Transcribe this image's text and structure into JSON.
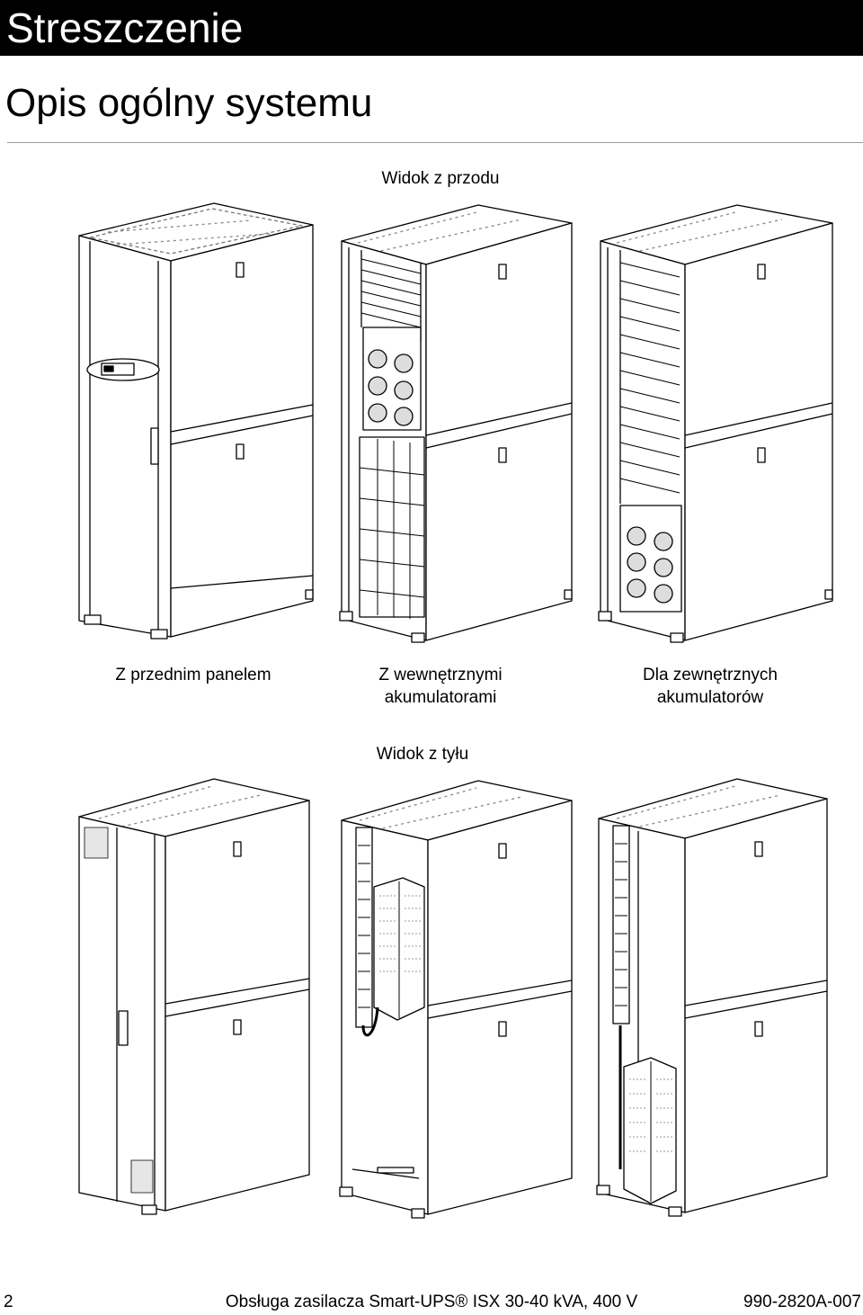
{
  "header": {
    "section_title": "Streszczenie",
    "page_title": "Opis ogólny systemu"
  },
  "front_view": {
    "heading": "Widok z przodu",
    "cabinets": [
      {
        "caption_line1": "Z przednim panelem",
        "caption_line2": ""
      },
      {
        "caption_line1": "Z wewnętrznymi",
        "caption_line2": "akumulatorami"
      },
      {
        "caption_line1": "Dla zewnętrznych",
        "caption_line2": "akumulatorów"
      }
    ]
  },
  "rear_view": {
    "heading": "Widok z tyłu"
  },
  "footer": {
    "page_number": "2",
    "manual_title": "Obsługa zasilacza Smart-UPS® ISX 30-40 kVA, 400 V",
    "doc_number": "990-2820A-007"
  }
}
